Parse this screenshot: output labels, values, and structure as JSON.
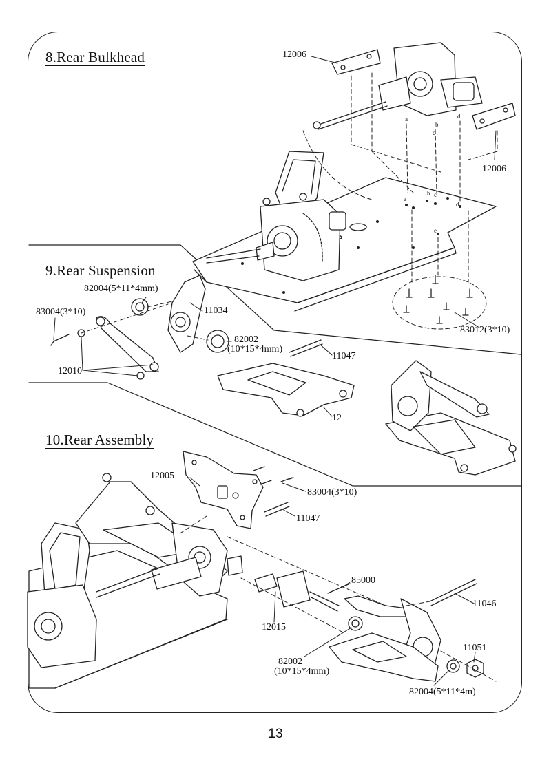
{
  "steps": [
    {
      "title": "8.Rear Bulkhead"
    },
    {
      "title": "9.Rear Suspension"
    },
    {
      "title": "10.Rear Assembly"
    }
  ],
  "step8": {
    "part_top_left": "12006",
    "part_right": "12006",
    "screws": "83012(3*10)",
    "hole_a_top": "a",
    "hole_b_top": "b",
    "hole_c_top": "c",
    "hole_d_top": "d",
    "hole_a": "a",
    "hole_b": "b",
    "hole_c": "c",
    "hole_d": "d",
    "hole_e": "e"
  },
  "step9": {
    "bearing": "82004(5*11*4mm)",
    "screw": "83004(3*10)",
    "hub": "11034",
    "bearing2_line1": "82002",
    "bearing2_line2": "(10*15*4mm)",
    "pin": "11047",
    "link": "12010",
    "arm": "12"
  },
  "step10": {
    "plate": "12005",
    "screws": "83004(3*10)",
    "pin": "11047",
    "driveshaft_pin": "85000",
    "long_pin": "11046",
    "driveshaft": "12015",
    "bearing_line1": "82002",
    "bearing_line2": "(10*15*4mm)",
    "nut": "11051",
    "bearing_small": "82004(5*11*4m)"
  },
  "page_number": "13"
}
